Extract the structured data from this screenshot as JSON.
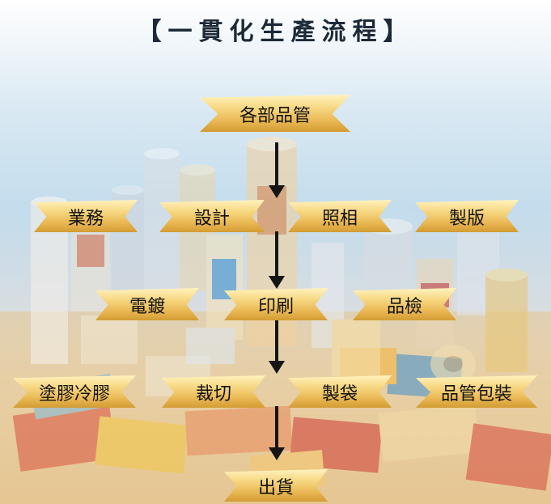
{
  "title": "【一貫化生產流程】",
  "steps": {
    "quality_control_all_departments": "各部品管",
    "sales": "業務",
    "design": "設計",
    "photography": "照相",
    "plate_making": "製版",
    "electroplating": "電鍍",
    "printing": "印刷",
    "quality_inspection": "品檢",
    "coating_laminating": "塗膠冷膠",
    "cutting": "裁切",
    "bag_making": "製袋",
    "qc_packaging": "品管包裝",
    "shipping": "出貨"
  },
  "colors": {
    "banner_gold": "#eab955",
    "arrow": "#151515",
    "title": "#1d2a38"
  }
}
